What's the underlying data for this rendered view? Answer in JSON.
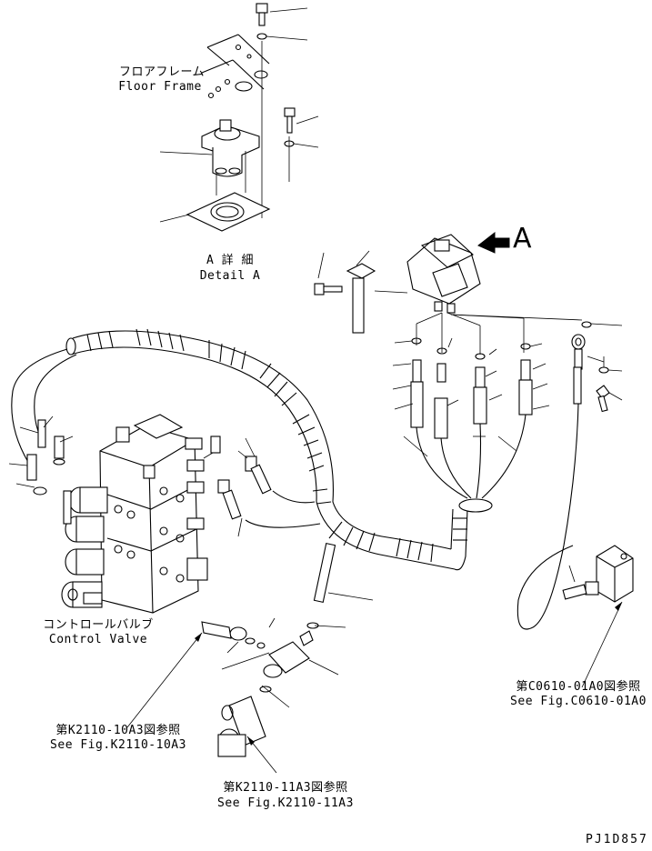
{
  "floor_frame": {
    "jp": "フロアフレーム",
    "en": "Floor Frame"
  },
  "detail_a": {
    "jp": "A 詳 細",
    "en": "Detail A"
  },
  "view_marker": "A",
  "control_valve": {
    "jp": "コントロールバルブ",
    "en": "Control Valve"
  },
  "ref_k2110_10a3": {
    "jp": "第K2110-10A3図参照",
    "en": "See Fig.K2110-10A3"
  },
  "ref_k2110_11a3": {
    "jp": "第K2110-11A3図参照",
    "en": "See Fig.K2110-11A3"
  },
  "ref_c0610_01a0": {
    "jp": "第C0610-01A0図参照",
    "en": "See Fig.C0610-01A0"
  },
  "drawing_code": "PJ1D857",
  "colors": {
    "line": "#000000",
    "background": "#ffffff"
  }
}
